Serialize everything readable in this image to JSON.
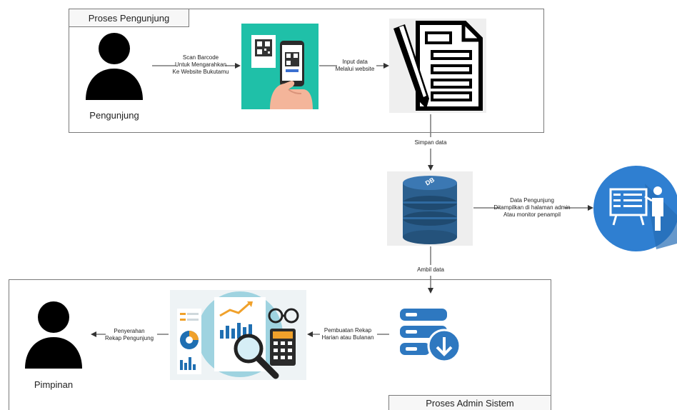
{
  "visitor_section": {
    "title": "Proses Pengunjung",
    "actor_label": "Pengunjung",
    "scan_label": [
      "Scan Barcode",
      "Untuk Mengarahkan",
      "Ke Website Bukutamu"
    ],
    "input_label": [
      "Input data",
      "Melalui website"
    ]
  },
  "middle": {
    "save_label": "Simpan data",
    "db_text": "DB",
    "display_label": [
      "Data Pengunjung",
      "Ditampilkan di halaman admin",
      "Atau monitor penampil"
    ],
    "fetch_label": "Ambil data"
  },
  "admin_section": {
    "title": "Proses Admin Sistem",
    "recap_label": [
      "Pembuatan Rekap",
      "Harian atau Bulanan"
    ],
    "handover_label": [
      "Penyerahan",
      "Rekap Pengunjung"
    ],
    "actor_label": "Pimpinan"
  },
  "icons": {
    "person": "person-icon",
    "qr_phone": "qr-phone-icon",
    "document": "document-pen-icon",
    "database": "database-icon",
    "presentation": "presentation-icon",
    "server_download": "server-download-icon",
    "report": "report-analytics-icon"
  },
  "colors": {
    "teal": "#1fc0a8",
    "db_blue": "#2b5f8e",
    "circle_blue": "#2f7fd1",
    "server_blue": "#2e78c0"
  }
}
